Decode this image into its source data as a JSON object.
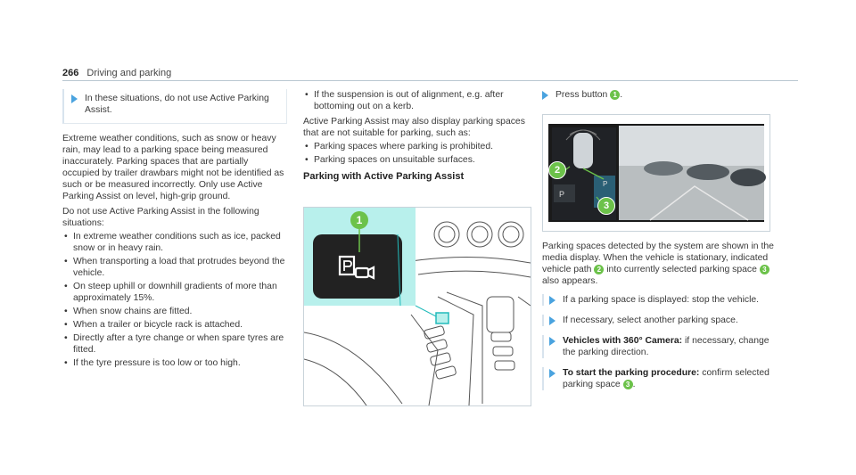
{
  "header": {
    "page_number": "266",
    "section": "Driving and parking"
  },
  "col1": {
    "boxed_instruction": "In these situations, do not use Active Parking Assist.",
    "para1": "Extreme weather conditions, such as snow or heavy rain, may lead to a parking space being measured inaccurately. Parking spaces that are partially occupied by trailer drawbars might not be identified as such or be measured incorrectly. Only use Active Parking Assist on level, high-grip ground.",
    "para2": "Do not use Active Parking Assist in the following situations:",
    "bullets": [
      "In extreme weather conditions such as ice, packed snow or in heavy rain.",
      "When transporting a load that protrudes beyond the vehicle.",
      "On steep uphill or downhill gradients of more than approximately 15%.",
      "When snow chains are fitted.",
      "When a trailer or bicycle rack is attached.",
      "Directly after a tyre change or when spare tyres are fitted.",
      "If the tyre pressure is too low or too high."
    ]
  },
  "col2": {
    "bullet_top": "If the suspension is out of alignment, e.g. after bottoming out on a kerb.",
    "para": "Active Parking Assist may also display parking spaces that are not suitable for parking, such as:",
    "bullets": [
      "Parking spaces where parking is prohibited.",
      "Parking spaces on unsuitable surfaces."
    ],
    "heading": "Parking with Active Parking Assist",
    "callout_1": "1"
  },
  "col3": {
    "press_button": "Press button",
    "press_ref": "1",
    "callout_2": "2",
    "callout_3": "3",
    "screen_p": "P",
    "para": [
      "Parking spaces detected by the system are shown in the media display. When the vehicle is stationary, indicated vehicle path",
      "2",
      "into currently selected parking space",
      "3",
      "also appears."
    ],
    "step1": "If a parking space is displayed: stop the vehicle.",
    "step2": "If necessary, select another parking space.",
    "step3_label": "Vehicles with 360° Camera:",
    "step3_text": "if necessary, change the parking direction.",
    "step4_label": "To start the parking procedure:",
    "step4_text": "confirm selected parking space",
    "step4_ref": "3"
  },
  "colors": {
    "accent": "#4aa3df",
    "callout_green": "#6cc24a",
    "highlight": "#b8f0ec"
  }
}
